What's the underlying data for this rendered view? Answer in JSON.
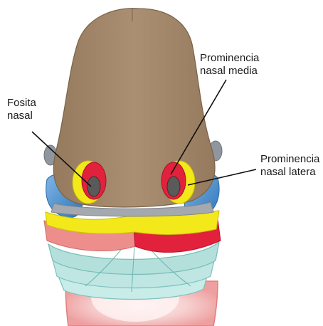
{
  "labels": {
    "nasal_pit": {
      "line1": "Fosita",
      "line2": "nasal"
    },
    "medial_prominence": {
      "line1": "Prominencia",
      "line2": "nasal media"
    },
    "lateral_prominence": {
      "line1": "Prominencia",
      "line2": "nasal latera"
    }
  },
  "colors": {
    "frontonasal": "#a68a6d",
    "frontonasal_dark": "#8c7257",
    "maxillary_blue": "#4a8fd0",
    "yellow": "#f3e81a",
    "red": "#e2223c",
    "salmon": "#ec8c8a",
    "teal": "#bfe6e2",
    "pink": "#f4c8c8",
    "grey": "#9aa0a8",
    "leader": "#111111"
  }
}
